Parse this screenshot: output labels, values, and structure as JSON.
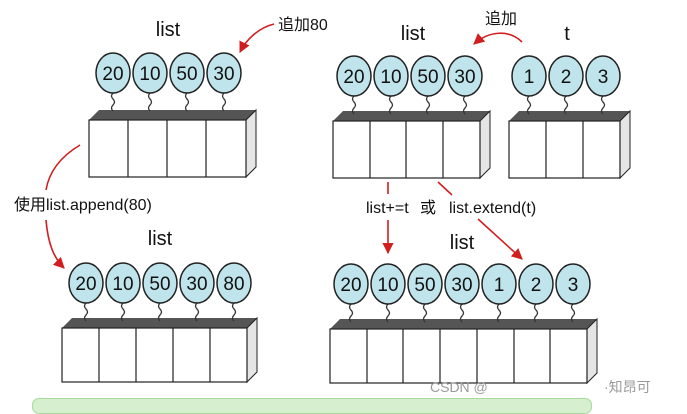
{
  "top_left": {
    "label": "list",
    "note": "追加80",
    "balloons": [
      "20",
      "10",
      "50",
      "30"
    ]
  },
  "top_right": {
    "list_label": "list",
    "t_label": "t",
    "note": "追加",
    "list_balloons": [
      "20",
      "10",
      "50",
      "30"
    ],
    "t_balloons": [
      "1",
      "2",
      "3"
    ]
  },
  "left_operation": "使用list.append(80)",
  "bottom_left": {
    "label": "list",
    "balloons": [
      "20",
      "10",
      "50",
      "30",
      "80"
    ]
  },
  "middle_operations": {
    "plus_eq": "list+=t",
    "or": "或",
    "extend": "list.extend(t)"
  },
  "bottom_right": {
    "label": "list",
    "balloons": [
      "20",
      "10",
      "50",
      "30",
      "1",
      "2",
      "3"
    ]
  },
  "watermark": {
    "left": "CSDN @",
    "right": "·知昂可"
  },
  "colors": {
    "balloon_fill": "#bfe4ec",
    "arrow": "#d11f1f",
    "box_fill": "#ffffff",
    "box_top": "#555555",
    "footer_band": "#d6f0cf"
  }
}
